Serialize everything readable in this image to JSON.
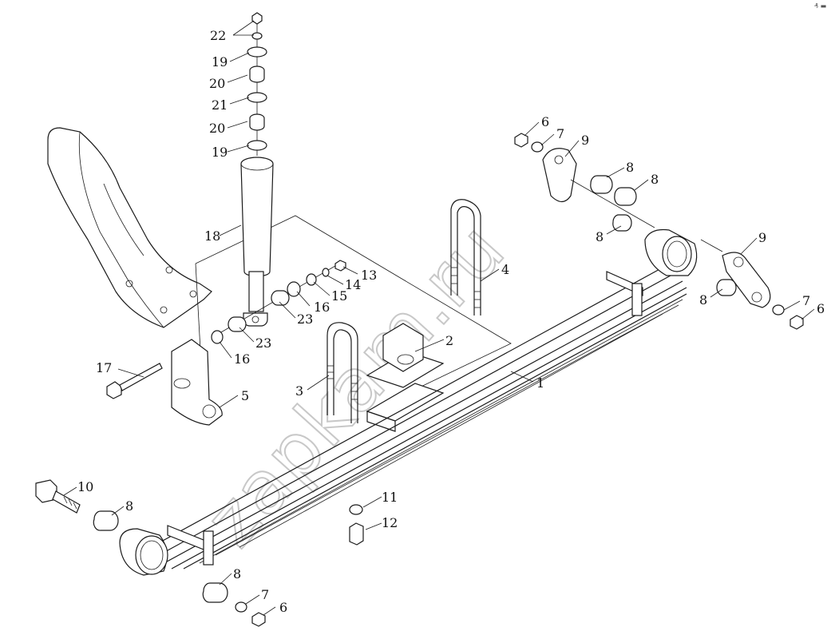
{
  "labels": {
    "l1": "1",
    "l2": "2",
    "l3": "3",
    "l4": "4",
    "l5": "5",
    "l6a": "6",
    "l6b": "6",
    "l6c": "6",
    "l7a": "7",
    "l7b": "7",
    "l7c": "7",
    "l8a": "8",
    "l8b": "8",
    "l8c": "8",
    "l8d": "8",
    "l8e": "8",
    "l8f": "8",
    "l9a": "9",
    "l9b": "9",
    "l10": "10",
    "l11": "11",
    "l12": "12",
    "l13": "13",
    "l14": "14",
    "l15": "15",
    "l16a": "16",
    "l16b": "16",
    "l17": "17",
    "l18": "18",
    "l19a": "19",
    "l19b": "19",
    "l20a": "20",
    "l20b": "20",
    "l21": "21",
    "l22": "22",
    "l23a": "23",
    "l23b": "23"
  },
  "watermark": "zapkam.ru",
  "corner_mark": "₰ ▬"
}
